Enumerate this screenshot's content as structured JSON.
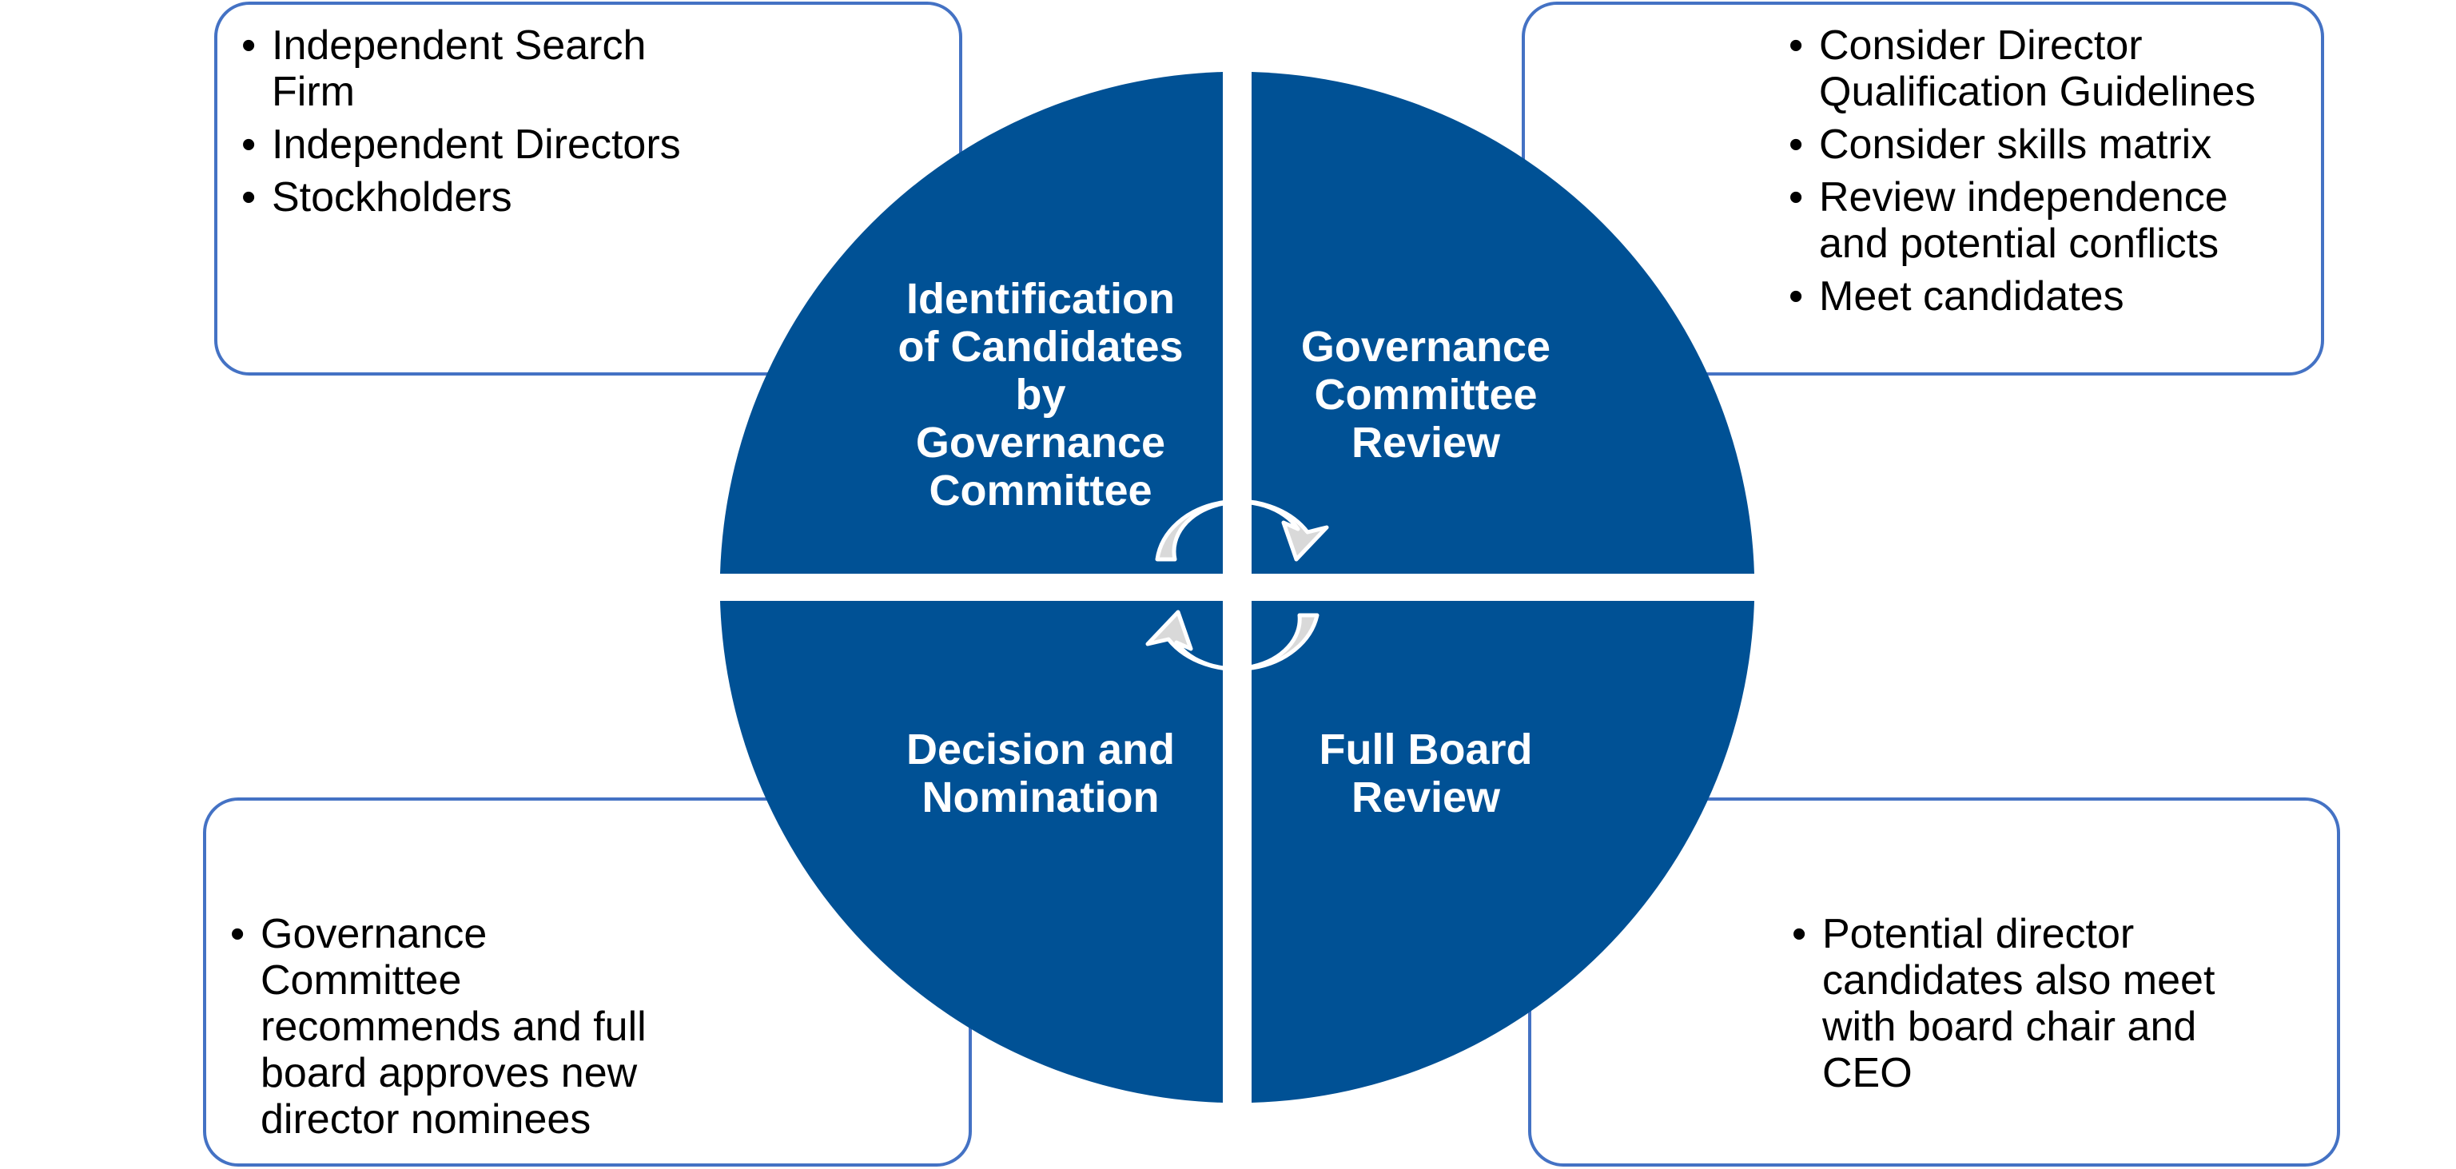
{
  "colors": {
    "quadrant": "#005195",
    "box_border": "#4472C4",
    "arrow_fill": "#D9D9D9",
    "arrow_stroke": "#FFFFFF"
  },
  "quadrants": {
    "top_left": [
      "Identification",
      "of Candidates",
      "by",
      "Governance",
      "Committee"
    ],
    "top_right": [
      "Governance",
      "Committee",
      "Review"
    ],
    "bottom_left": [
      "Decision and",
      "Nomination"
    ],
    "bottom_right": [
      "Full Board",
      "Review"
    ]
  },
  "boxes": {
    "top_left": [
      [
        "Independent Search",
        "Firm"
      ],
      [
        "Independent Directors"
      ],
      [
        "Stockholders"
      ]
    ],
    "top_right": [
      [
        "Consider Director",
        "Qualification Guidelines"
      ],
      [
        "Consider skills matrix"
      ],
      [
        "Review independence",
        "and potential conflicts"
      ],
      [
        "Meet candidates"
      ]
    ],
    "bottom_left": [
      [
        "Governance",
        "Committee",
        "recommends and full",
        "board approves new",
        "director nominees"
      ]
    ],
    "bottom_right": [
      [
        "Potential director",
        "candidates also meet",
        "with board chair and",
        "CEO"
      ]
    ]
  },
  "icons": {
    "cycle_arrows": "circular-arrows-icon",
    "bullet": "•"
  }
}
